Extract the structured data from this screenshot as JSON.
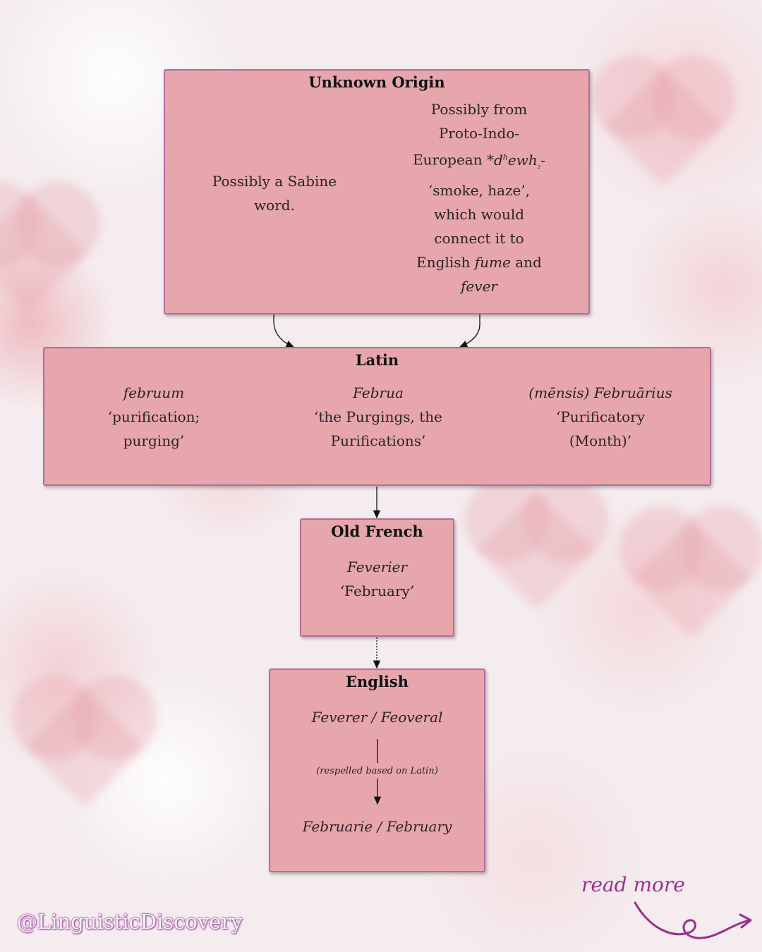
{
  "unknown_origin": {
    "title": "Unknown Origin",
    "sabine": [
      "Possibly a Sabine",
      "word."
    ],
    "pie": {
      "line1": "Possibly from",
      "line2": "Proto-Indo-",
      "line3_pre": "European *",
      "root_d": "d",
      "root_h": "h",
      "root_ewh": "ewh",
      "root_sub": "₂",
      "root_dash": "-",
      "line4": "‘smoke, haze’,",
      "line5": "which would",
      "line6": "connect it to",
      "line7_pre": "English ",
      "fume": "fume",
      "and": " and",
      "fever": "fever"
    }
  },
  "latin": {
    "title": "Latin",
    "items": [
      {
        "word": "februum",
        "gloss1": "‘purification;",
        "gloss2": "purging’"
      },
      {
        "word": "Februa",
        "gloss1": "‘the Purgings, the",
        "gloss2": "Purifications’"
      },
      {
        "word": "(mēnsis) Februārius",
        "gloss1": "‘Purificatory",
        "gloss2": "(Month)’"
      }
    ]
  },
  "old_french": {
    "title": "Old French",
    "word": "Feverier",
    "gloss": "‘February’"
  },
  "english": {
    "title": "English",
    "early": "Feverer / Feoveral",
    "note": "(respelled based on Latin)",
    "modern": "Februarie / February"
  },
  "footer": {
    "handle": "@LinguisticDiscovery",
    "read_more": "read more"
  },
  "colors": {
    "box_fill": "#e6a6ab",
    "box_border": "#b86aa2",
    "accent_purple": "#9b2f8e"
  }
}
